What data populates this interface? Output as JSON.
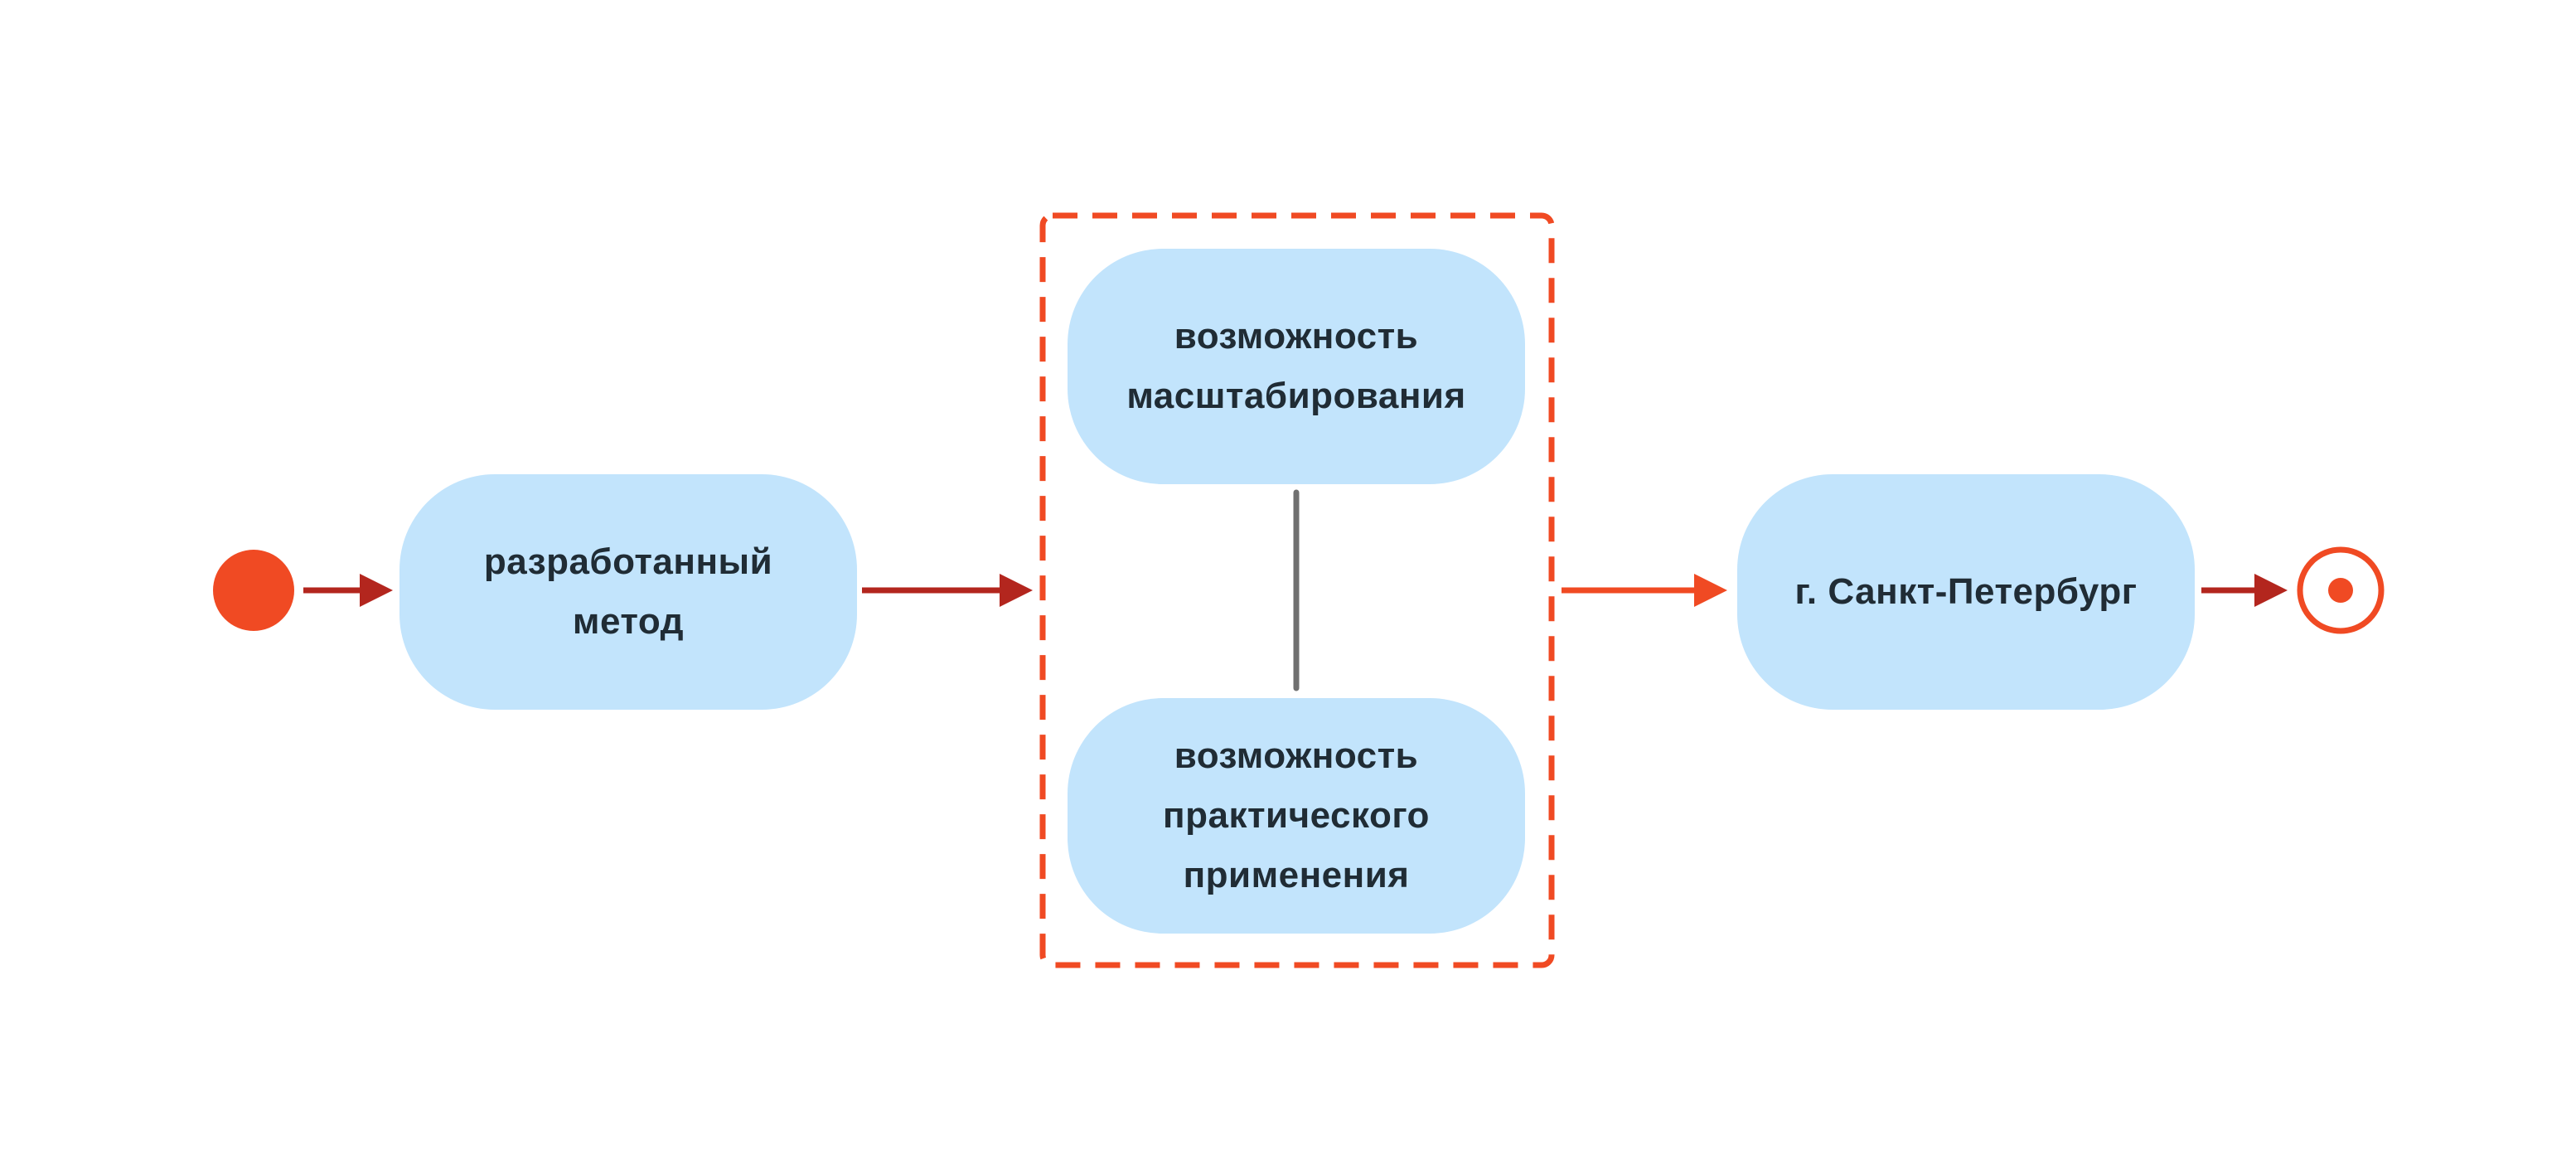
{
  "diagram": {
    "nodes": {
      "method": {
        "lines": [
          "разработанный",
          "метод"
        ]
      },
      "scale": {
        "lines": [
          "возможность",
          "масштабирования"
        ]
      },
      "practical": {
        "lines": [
          "возможность",
          "практического",
          "применения"
        ]
      },
      "city": {
        "lines": [
          "г. Санкт-Петербург"
        ]
      }
    },
    "colors": {
      "node_fill": "#c2e4fc",
      "node_text": "#202c35",
      "accent_orange": "#f04a23",
      "arrow_dark_red": "#b3261e",
      "connector_gray": "#707070",
      "background": "#ffffff"
    }
  }
}
